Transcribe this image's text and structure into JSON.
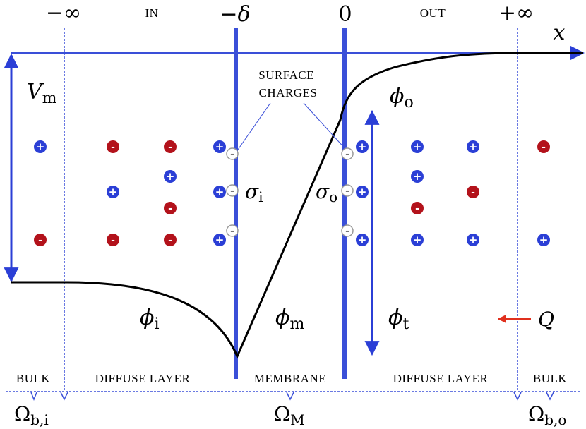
{
  "header": {
    "minus_infinity": "−∞",
    "in_label": "IN",
    "minus_delta": "−δ",
    "zero": "0",
    "out_label": "OUT",
    "plus_infinity": "+∞",
    "x_axis": "x"
  },
  "annotations": {
    "vm_main": "V",
    "vm_sub": "m",
    "surface_charges_line1": "SURFACE",
    "surface_charges_line2": "CHARGES",
    "sigma_i_main": "σ",
    "sigma_i_sub": "i",
    "sigma_o_main": "σ",
    "sigma_o_sub": "o",
    "phi_o_main": "ϕ",
    "phi_o_sub": "o",
    "phi_i_main": "ϕ",
    "phi_i_sub": "i",
    "phi_m_main": "ϕ",
    "phi_m_sub": "m",
    "phi_t_main": "ϕ",
    "phi_t_sub": "t",
    "q_label": "Q"
  },
  "regions": {
    "bulk_left": "BULK",
    "diffuse_left": "DIFFUSE LAYER",
    "membrane": "MEMBRANE",
    "diffuse_right": "DIFFUSE LAYER",
    "bulk_right": "BULK"
  },
  "domains": {
    "omega_bi_main": "Ω",
    "omega_bi_sub": "b,i",
    "omega_m_main": "Ω",
    "omega_m_sub": "M",
    "omega_bo_main": "Ω",
    "omega_bo_sub": "b,o"
  },
  "ions": {
    "plus_symbol": "+",
    "minus_symbol": "-"
  },
  "colors": {
    "membrane_blue": "#3a4fd8",
    "cation_blue": "#2b3fd6",
    "anion_red": "#b3121b",
    "surface_charge_gray": "#9a9a9a",
    "potential_black": "#000000",
    "q_arrow_red": "#e0301e"
  }
}
